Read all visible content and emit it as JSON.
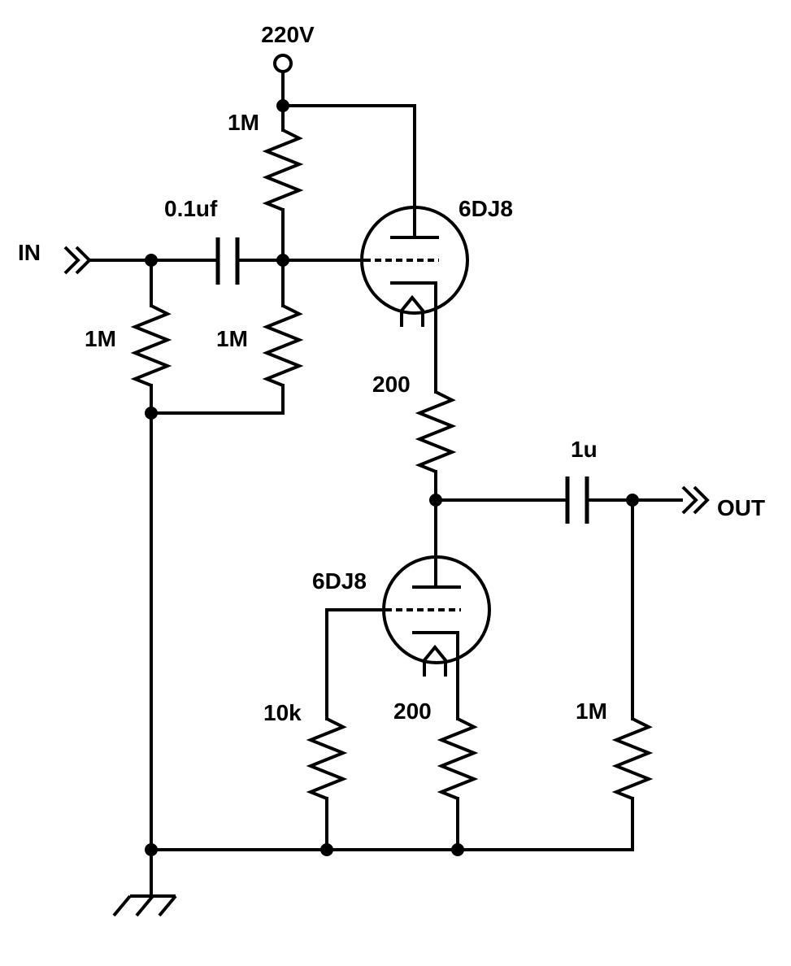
{
  "labels": {
    "supply": "220V",
    "input": "IN",
    "output": "OUT",
    "r_top_grid": "1M",
    "c_input": "0.1uf",
    "r_input_shunt": "1M",
    "r_bottom_grid": "1M",
    "tube_upper": "6DJ8",
    "r_upper_cathode": "200",
    "c_output": "1u",
    "tube_lower": "6DJ8",
    "r_lower_grid": "10k",
    "r_lower_cathode": "200",
    "r_output_load": "1M"
  },
  "colors": {
    "ink": "#000000",
    "background": "#ffffff"
  }
}
